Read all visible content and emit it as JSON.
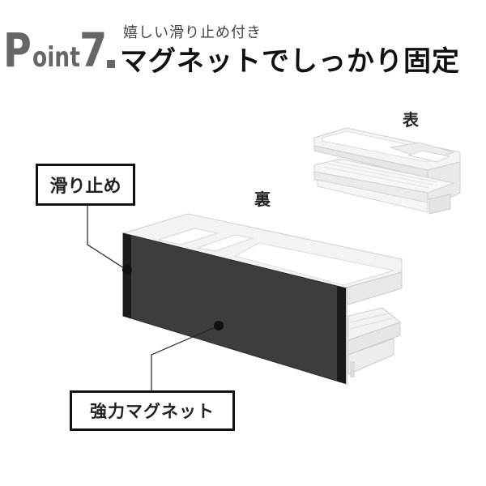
{
  "header": {
    "point_word": "Point",
    "point_P": "P",
    "point_rest": "oint",
    "point_number": "7",
    "subtitle": "嬉しい滑り止め付き",
    "title": "マグネットでしっかり固定"
  },
  "views": {
    "front_label": "表",
    "back_label": "裏"
  },
  "callouts": {
    "anti_slip": "滑り止め",
    "strong_magnet": "強力マグネット"
  },
  "colors": {
    "logo_gray": "#666666",
    "magnet_dark": "#3d3d3d",
    "rack_white": "#f2f2f2"
  }
}
